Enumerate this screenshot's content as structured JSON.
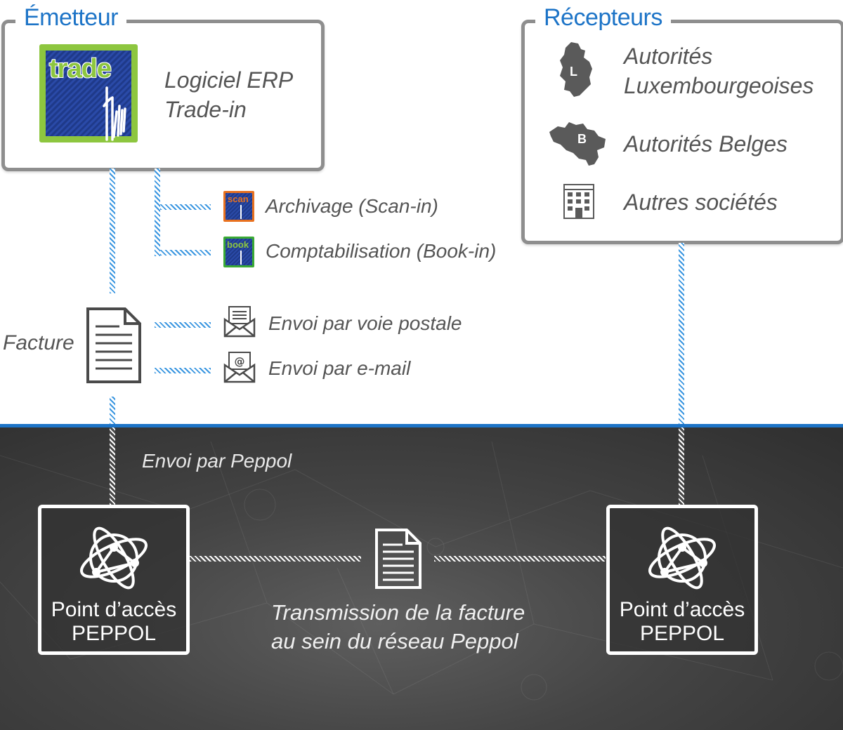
{
  "sender": {
    "title": "Émetteur",
    "erp_line1": "Logiciel ERP",
    "erp_line2": "Trade-in",
    "logo_text": "trade"
  },
  "modules": [
    {
      "label": "Archivage (Scan-in)",
      "logo_text": "scan"
    },
    {
      "label": "Comptabilisation (Book-in)",
      "logo_text": "book"
    }
  ],
  "receivers": {
    "title": "Récepteurs",
    "items": [
      {
        "line1": "Autorités",
        "line2": "Luxembourgeoises",
        "badge": "L",
        "icon": "luxembourg-map-icon"
      },
      {
        "line1": "Autorités Belges",
        "badge": "B",
        "icon": "belgium-map-icon"
      },
      {
        "line1": "Autres sociétés",
        "icon": "building-icon"
      }
    ]
  },
  "invoice": {
    "label": "Facture",
    "postal": "Envoi par voie postale",
    "email": "Envoi par e-mail"
  },
  "peppol": {
    "send_label": "Envoi par Peppol",
    "ap_left_line1": "Point d’accès",
    "ap_left_line2": "PEPPOL",
    "ap_right_line1": "Point d’accès",
    "ap_right_line2": "PEPPOL",
    "transmission_line1": "Transmission de la facture",
    "transmission_line2": "au sein du réseau Peppol"
  },
  "colors": {
    "accent_blue": "#1d74c7",
    "hatch_blue": "#3a96e0",
    "box_border": "#8e8e8e",
    "dark_band": "#444444",
    "trade_green": "#8dc63f",
    "trade_navy": "#1f3a8a"
  }
}
